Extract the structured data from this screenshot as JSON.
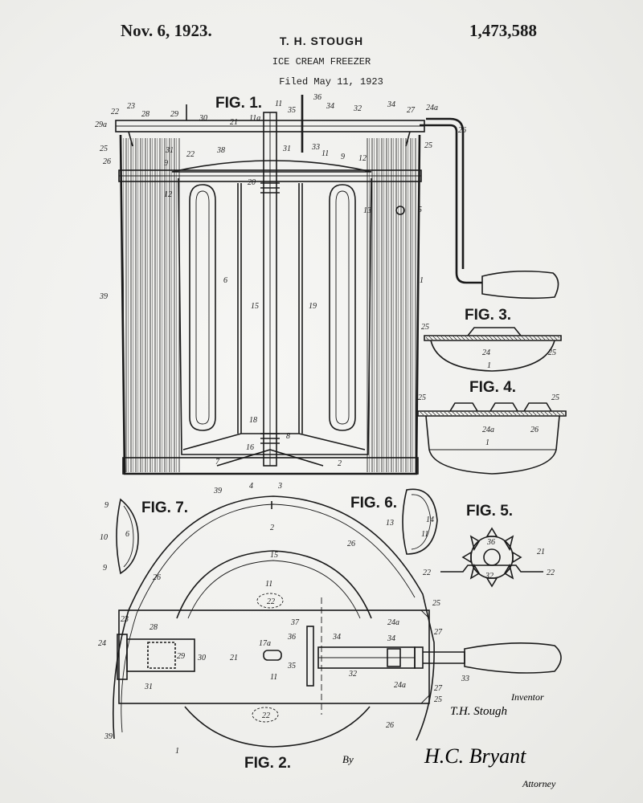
{
  "header": {
    "date": "Nov. 6, 1923.",
    "inventor": "T. H. STOUGH",
    "patent_number": "1,473,588",
    "title": "ICE CREAM FREEZER",
    "filed": "Filed May 11, 1923"
  },
  "figures": {
    "fig1": "FIG. 1.",
    "fig2": "FIG. 2.",
    "fig3": "FIG. 3.",
    "fig4": "FIG. 4.",
    "fig5": "FIG. 5.",
    "fig6": "FIG. 6.",
    "fig7": "FIG. 7."
  },
  "signature": {
    "inventor_label": "Inventor",
    "inventor_signature": "T.H. Stough",
    "by_label": "By",
    "attorney_signature": "H.C. Bryant",
    "attorney_label": "Attorney"
  },
  "reference_numerals": {
    "fig1": [
      "22",
      "23",
      "28",
      "29",
      "30",
      "21",
      "11a",
      "11",
      "35",
      "36",
      "34",
      "32",
      "34",
      "27",
      "24a",
      "26",
      "29a",
      "25",
      "26",
      "31",
      "22",
      "38",
      "31",
      "33",
      "11",
      "9",
      "12",
      "25",
      "9",
      "20",
      "5",
      "12",
      "13",
      "6",
      "15",
      "19",
      "1",
      "39",
      "18",
      "8",
      "16",
      "7",
      "4",
      "3",
      "2"
    ],
    "fig2": [
      "39",
      "2",
      "26",
      "15",
      "11",
      "26",
      "22",
      "25",
      "24a",
      "27",
      "23",
      "28",
      "37",
      "36",
      "34",
      "34",
      "24",
      "29",
      "30",
      "21",
      "17a",
      "35",
      "32",
      "24a",
      "27",
      "33",
      "11",
      "31",
      "25",
      "22",
      "26",
      "39",
      "1"
    ],
    "fig3": [
      "25",
      "24",
      "25",
      "1"
    ],
    "fig4": [
      "25",
      "25",
      "24a",
      "26",
      "1"
    ],
    "fig5": [
      "36",
      "21",
      "22",
      "22",
      "32"
    ],
    "fig6": [
      "14",
      "13",
      "11"
    ],
    "fig7": [
      "9",
      "10",
      "6",
      "9"
    ]
  }
}
